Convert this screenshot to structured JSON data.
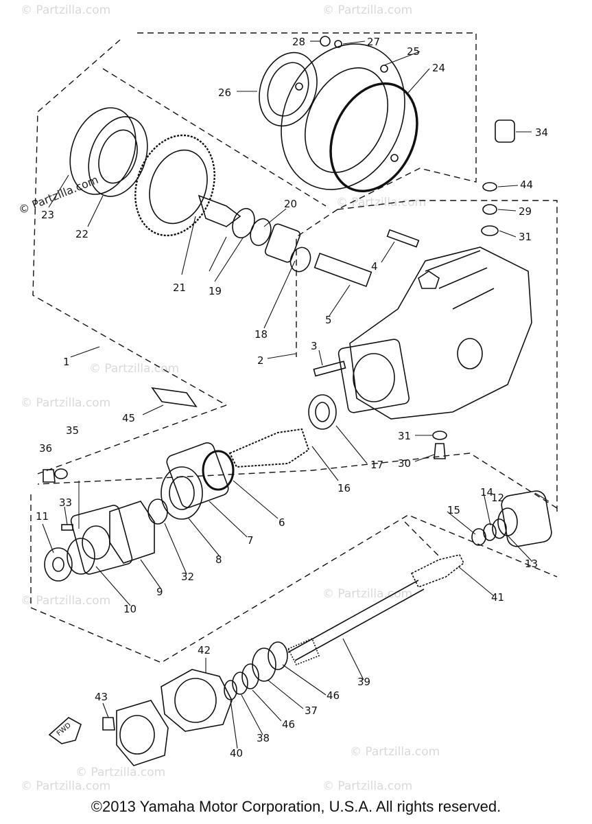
{
  "copyright": "©2013 Yamaha Motor Corporation, U.S.A. All rights reserved.",
  "watermark_main": "© Partzilla.com",
  "watermark_faint": "© Partzilla.com",
  "fwd_label": "FWD",
  "labels": {
    "l1": "1",
    "l2": "2",
    "l3": "3",
    "l4": "4",
    "l5": "5",
    "l6": "6",
    "l7": "7",
    "l8": "8",
    "l9": "9",
    "l10": "10",
    "l11": "11",
    "l12": "12",
    "l13": "13",
    "l14": "14",
    "l15": "15",
    "l16": "16",
    "l17": "17",
    "l18": "18",
    "l19": "19",
    "l20": "20",
    "l21": "21",
    "l22": "22",
    "l23": "23",
    "l24": "24",
    "l25": "25",
    "l26": "26",
    "l27": "27",
    "l28": "28",
    "l29": "29",
    "l30": "30",
    "l31a": "31",
    "l31b": "31",
    "l32": "32",
    "l33": "33",
    "l34": "34",
    "l35": "35",
    "l36": "36",
    "l37": "37",
    "l38": "38",
    "l39": "39",
    "l40": "40",
    "l41": "41",
    "l42": "42",
    "l43": "43",
    "l44": "44",
    "l45": "45",
    "l46a": "46",
    "l46b": "46"
  },
  "colors": {
    "ink": "#111111",
    "watermark": "#d9d9d9"
  }
}
